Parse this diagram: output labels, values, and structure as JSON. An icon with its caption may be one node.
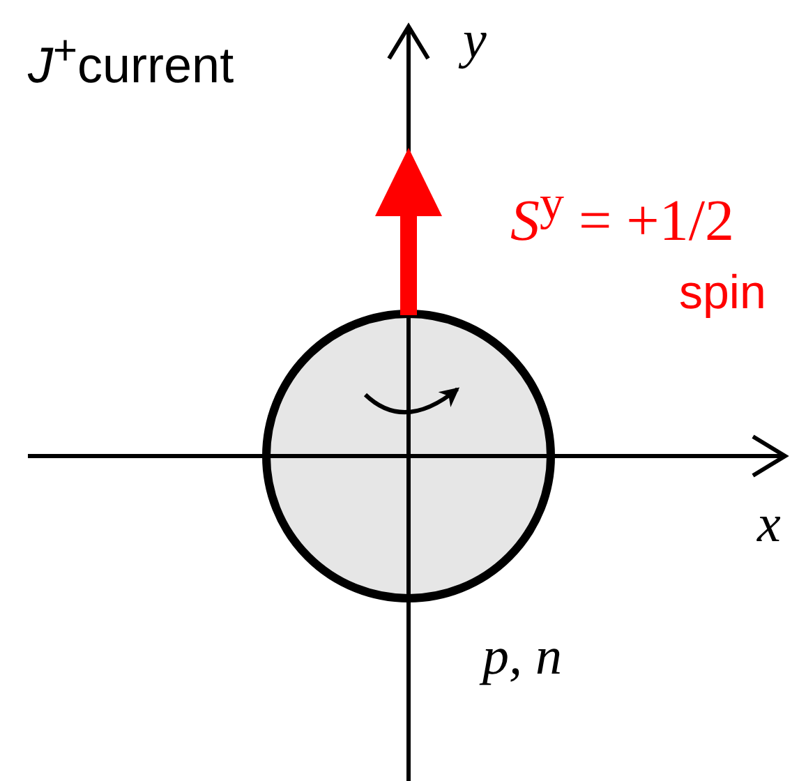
{
  "diagram": {
    "labels": [
      "*J*$^{+}$current",
      "y",
      "*S*$^{y}$ = +1/2",
      "spin",
      "x",
      "p, n"
    ]
  }
}
